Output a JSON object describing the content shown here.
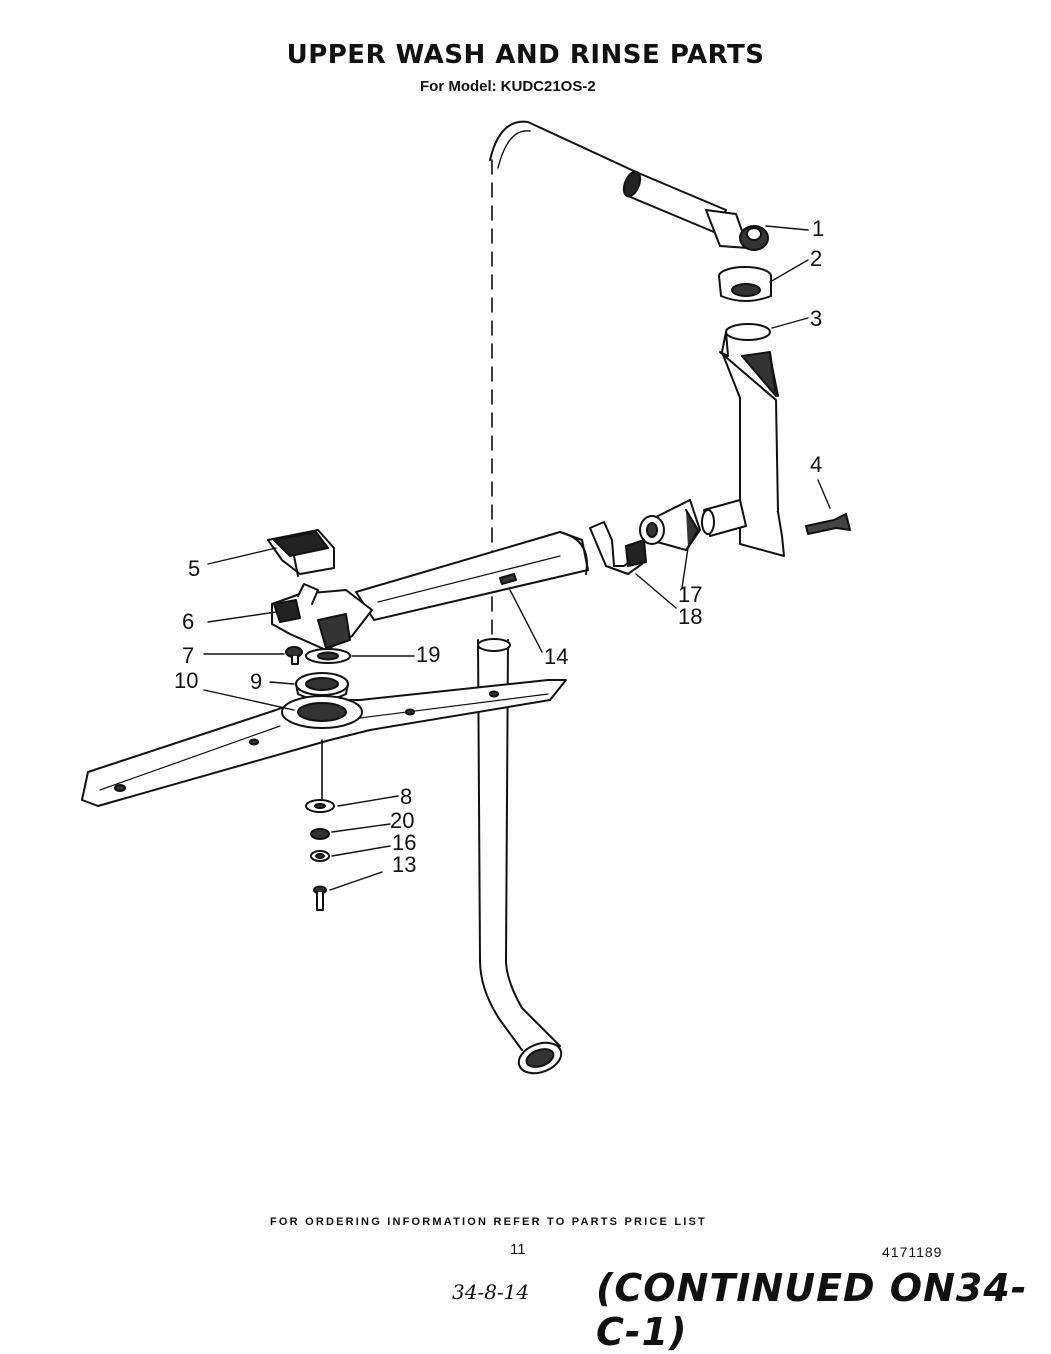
{
  "header": {
    "title": "UPPER WASH AND RINSE PARTS",
    "model_label": "For Model:",
    "model": "KUDC21OS-2"
  },
  "callouts": [
    {
      "id": "1",
      "label": "1"
    },
    {
      "id": "2",
      "label": "2"
    },
    {
      "id": "3",
      "label": "3"
    },
    {
      "id": "4",
      "label": "4"
    },
    {
      "id": "5",
      "label": "5"
    },
    {
      "id": "6",
      "label": "6"
    },
    {
      "id": "7",
      "label": "7"
    },
    {
      "id": "8",
      "label": "8"
    },
    {
      "id": "9",
      "label": "9"
    },
    {
      "id": "10",
      "label": "10"
    },
    {
      "id": "13",
      "label": "13"
    },
    {
      "id": "14",
      "label": "14"
    },
    {
      "id": "16",
      "label": "16"
    },
    {
      "id": "17",
      "label": "17"
    },
    {
      "id": "18",
      "label": "18"
    },
    {
      "id": "19",
      "label": "19"
    },
    {
      "id": "20",
      "label": "20"
    }
  ],
  "footer": {
    "ordering_info": "FOR ORDERING INFORMATION REFER TO PARTS PRICE LIST",
    "page_number": "11",
    "doc_number": "4171189",
    "handwritten_note": "34-8-14",
    "continued_note": "(CONTINUED ON34-C-1)"
  }
}
